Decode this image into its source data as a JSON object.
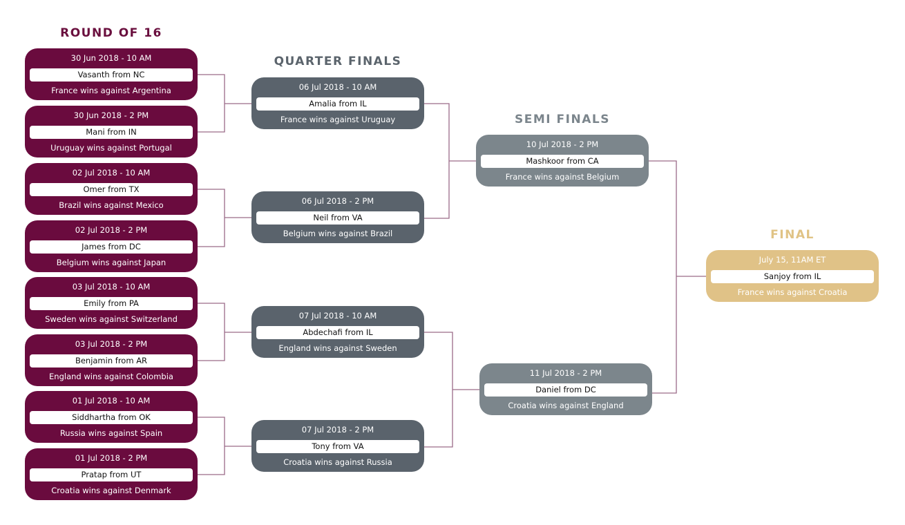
{
  "rounds": {
    "round_of_16": {
      "title": "ROUND OF 16",
      "matches": [
        {
          "date": "30 Jun 2018 - 10 AM",
          "pick": "Vasanth from NC",
          "result": "France wins against Argentina"
        },
        {
          "date": "30 Jun 2018 - 2 PM",
          "pick": "Mani from IN",
          "result": "Uruguay wins against Portugal"
        },
        {
          "date": "02 Jul 2018 - 10 AM",
          "pick": "Omer from TX",
          "result": "Brazil wins against Mexico"
        },
        {
          "date": "02 Jul 2018 - 2 PM",
          "pick": "James from DC",
          "result": "Belgium wins against Japan"
        },
        {
          "date": "03 Jul 2018 - 10 AM",
          "pick": "Emily from PA",
          "result": "Sweden wins against Switzerland"
        },
        {
          "date": "03 Jul 2018 - 2 PM",
          "pick": "Benjamin from AR",
          "result": "England wins against Colombia"
        },
        {
          "date": "01 Jul 2018 - 10 AM",
          "pick": "Siddhartha from OK",
          "result": "Russia wins against Spain"
        },
        {
          "date": "01 Jul 2018 - 2 PM",
          "pick": "Pratap from UT",
          "result": "Croatia wins against Denmark"
        }
      ]
    },
    "quarter_finals": {
      "title": "QUARTER FINALS",
      "matches": [
        {
          "date": "06 Jul 2018 - 10 AM",
          "pick": "Amalia from IL",
          "result": "France wins against Uruguay"
        },
        {
          "date": "06 Jul 2018 - 2 PM",
          "pick": "Neil from VA",
          "result": "Belgium wins against Brazil"
        },
        {
          "date": "07 Jul 2018 - 10 AM",
          "pick": "Abdechafi from IL",
          "result": "England wins against Sweden"
        },
        {
          "date": "07 Jul 2018 - 2 PM",
          "pick": "Tony from VA",
          "result": "Croatia wins against Russia"
        }
      ]
    },
    "semi_finals": {
      "title": "SEMI FINALS",
      "matches": [
        {
          "date": "10 Jul 2018 - 2 PM",
          "pick": "Mashkoor from CA",
          "result": "France wins against Belgium"
        },
        {
          "date": "11 Jul 2018 - 2 PM",
          "pick": "Daniel from DC",
          "result": "Croatia wins against England"
        }
      ]
    },
    "final": {
      "title": "FINAL",
      "matches": [
        {
          "date": "July 15, 11AM ET",
          "pick": "Sanjoy from IL",
          "result": "France wins against Croatia"
        }
      ]
    }
  },
  "colors": {
    "round_of_16": "#6a0b3e",
    "quarter_finals": "#5a636c",
    "semi_finals": "#7c868c",
    "final": "#e0c287",
    "connector": "#9a6a88"
  }
}
